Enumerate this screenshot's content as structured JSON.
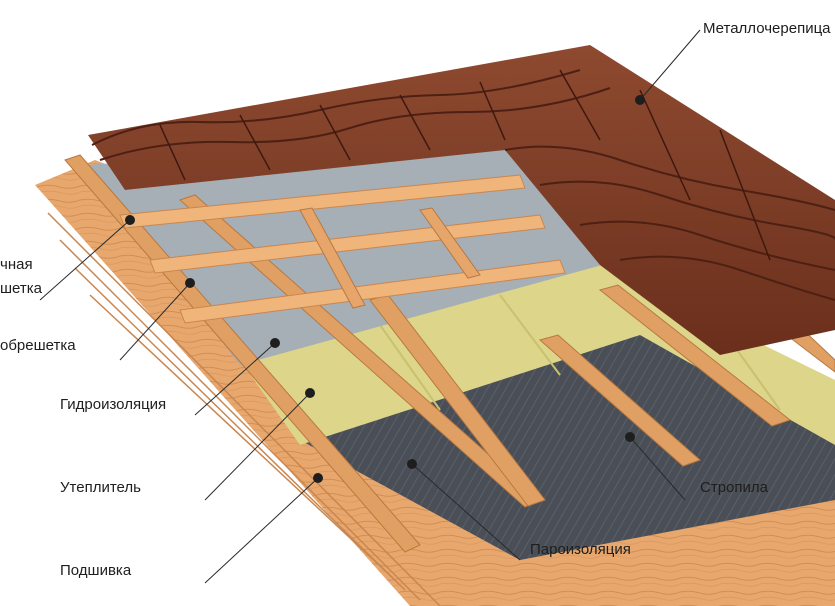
{
  "labels": {
    "metal_tile": "Металлочерепица",
    "counter_batten_top": "чная",
    "counter_batten_bottom": "шетка",
    "batten": "обрешетка",
    "waterproofing": "Гидроизоляция",
    "insulation": "Утеплитель",
    "rafters": "Стропила",
    "soffit": "Подшивка",
    "vapor_barrier": "Пароизоляция"
  },
  "colors": {
    "metal_tile": "#7a3a24",
    "metal_tile_shadow": "#4e2014",
    "wood": "#e8a76d",
    "wood_dark": "#c98650",
    "waterproofing": "#a6aeb6",
    "insulation": "#dcd58a",
    "vapor_barrier": "#4a4f57",
    "leader_line": "#2a2a2a"
  }
}
